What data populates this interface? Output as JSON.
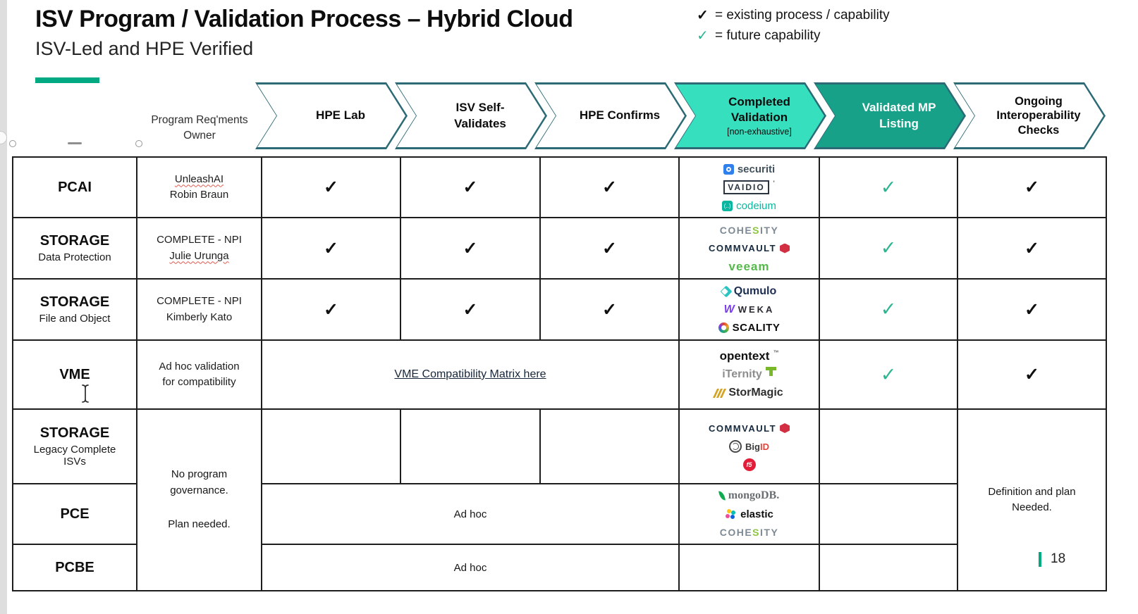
{
  "colors": {
    "hpe_green": "#01a982",
    "teal_light": "#36dfbe",
    "teal_dark": "#18a189",
    "chevron_border": "#2c6a76",
    "check_green": "#2cb591",
    "table_border": "#1d1d1d"
  },
  "glyphs": {
    "check": "✓"
  },
  "header": {
    "title": "ISV Program / Validation Process – Hybrid Cloud",
    "subtitle": "ISV-Led and HPE Verified",
    "legend": [
      {
        "label": "= existing process / capability"
      },
      {
        "label": "= future capability"
      }
    ]
  },
  "process": {
    "owner_header_line1": "Program Req'ments",
    "owner_header_line2": "Owner",
    "chevrons": [
      {
        "line1": "HPE Lab"
      },
      {
        "line1": "ISV Self-",
        "line2": "Validates"
      },
      {
        "line1": "HPE Confirms"
      },
      {
        "line1": "Completed",
        "line2": "Validation",
        "sub": "[non-exhaustive]"
      },
      {
        "line1": "Validated MP",
        "line2": "Listing"
      },
      {
        "line1": "Ongoing",
        "line2": "Interoperability",
        "line3": "Checks"
      }
    ]
  },
  "table": {
    "rows": [
      {
        "category": "PCAI",
        "owner1": "UnleashAI",
        "owner2": "Robin Braun"
      },
      {
        "category": "STORAGE",
        "category_sub": "Data Protection",
        "owner1": "COMPLETE - NPI",
        "owner2": "Julie Urunga"
      },
      {
        "category": "STORAGE",
        "category_sub": "File and Object",
        "owner1": "COMPLETE - NPI",
        "owner2": "Kimberly Kato"
      },
      {
        "category": "VME",
        "owner1": "Ad hoc validation",
        "owner2": "for compatibility",
        "link": "VME Compatibility Matrix here"
      },
      {
        "category": "STORAGE",
        "category_sub": "Legacy Complete ISVs"
      },
      {
        "category": "PCE",
        "adhoc": "Ad hoc"
      },
      {
        "category": "PCBE",
        "adhoc": "Ad hoc"
      }
    ],
    "no_governance_line1": "No program governance.",
    "no_governance_line2": "Plan needed.",
    "definition_line1": "Definition and plan",
    "definition_line2": "Needed."
  },
  "logos": {
    "securiti": {
      "text": "securiti"
    },
    "vaidio": {
      "text": "VAIDIO",
      "tick": "'"
    },
    "codeium": {
      "mark": "(..)",
      "text": "codeium"
    },
    "cohesity": {
      "p1": "COHE",
      "p2": "S",
      "p3": "ITY"
    },
    "commvault": {
      "text": "COMMVAULT"
    },
    "veeam": {
      "text": "veeam"
    },
    "qumulo": {
      "text": "Qumulo"
    },
    "weka": {
      "mark": "W",
      "text": "WEKA"
    },
    "scality": {
      "text": "SCALITY"
    },
    "opentext": {
      "text": "opentext",
      "tm": "™"
    },
    "iternity": {
      "text": "iTernity"
    },
    "stormagic": {
      "text": "StorMagic"
    },
    "bigid": {
      "p1": "Big",
      "p2": "ID"
    },
    "f5": {
      "text": "f5"
    },
    "mongodb": {
      "text": "mongoDB."
    },
    "elastic": {
      "text": "elastic"
    }
  },
  "footer": {
    "page": "18"
  }
}
